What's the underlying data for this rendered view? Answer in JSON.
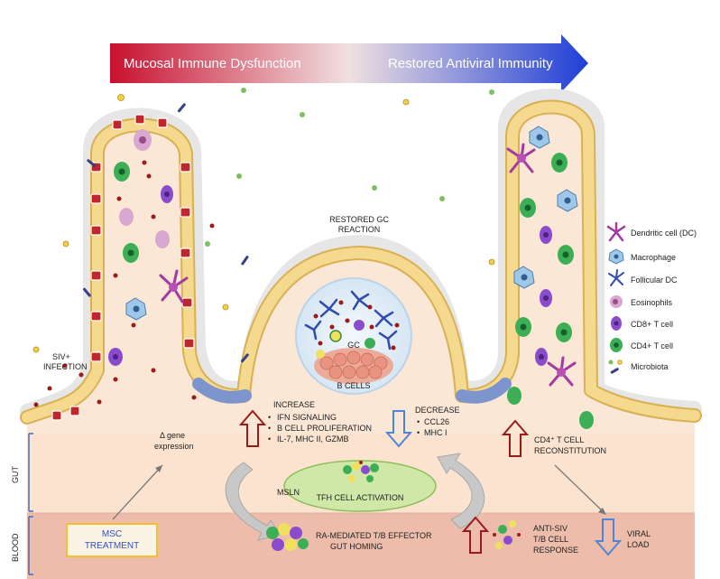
{
  "banner": {
    "left_label": "Mucosal Immune Dysfunction",
    "right_label": "Restored Antiviral Immunity",
    "color_start": "#c8102e",
    "color_mid": "#f0e0e0",
    "color_end": "#1f3fd6"
  },
  "regions": {
    "gut": "GUT",
    "blood": "BLOOD"
  },
  "labels": {
    "siv_line1": "SIV+",
    "siv_line2": "INFECTION",
    "gc_reaction_line1": "RESTORED GC",
    "gc_reaction_line2": "REACTION",
    "gc": "GC",
    "b_cells": "B CELLS",
    "delta_line1": "Δ gene",
    "delta_line2": "expression",
    "msln": "MSLN",
    "tfh": "TFH CELL ACTIVATION",
    "msc_line1": "MSC",
    "msc_line2": "TREATMENT",
    "ra_line1": "RA-MEDIATED T/B EFFECTOR",
    "ra_line2": "GUT HOMING",
    "cd4_line1": "CD4⁺ T CELL",
    "cd4_line2": "RECONSTITUTION",
    "antisiv_line1": "ANTI-SIV",
    "antisiv_line2": "T/B CELL",
    "antisiv_line3": "RESPONSE",
    "viral_line1": "VIRAL",
    "viral_line2": "LOAD"
  },
  "increase": {
    "title": "INCREASE",
    "items": [
      "IFN SIGNALING",
      "B CELL PROLIFERATION",
      "IL-7, MHC II, GZMB"
    ]
  },
  "decrease": {
    "title": "DECREASE",
    "items": [
      "CCL26",
      "MHC I"
    ]
  },
  "legend": {
    "items": [
      {
        "label": "Dendritic cell (DC)",
        "icon": "dendritic-cell-icon"
      },
      {
        "label": "Macrophage",
        "icon": "macrophage-icon"
      },
      {
        "label": "Follicular DC",
        "icon": "follicular-dc-icon"
      },
      {
        "label": "Eosinophils",
        "icon": "eosinophil-icon"
      },
      {
        "label": "CD8+ T cell",
        "icon": "cd8-t-cell-icon"
      },
      {
        "label": "CD4+ T cell",
        "icon": "cd4-t-cell-icon"
      },
      {
        "label": "Microbiota",
        "icon": "microbiota-icon"
      }
    ]
  },
  "colors": {
    "up_arrow": "#9b1b1b",
    "down_arrow": "#4d86d6",
    "tissue": "#fbe7d6",
    "epithelium": "#f2d486",
    "blood_band": "#eebcaa",
    "msc_border": "#f0c030",
    "msc_text": "#3050c0",
    "tfh_fill": "#cfe8a8"
  }
}
